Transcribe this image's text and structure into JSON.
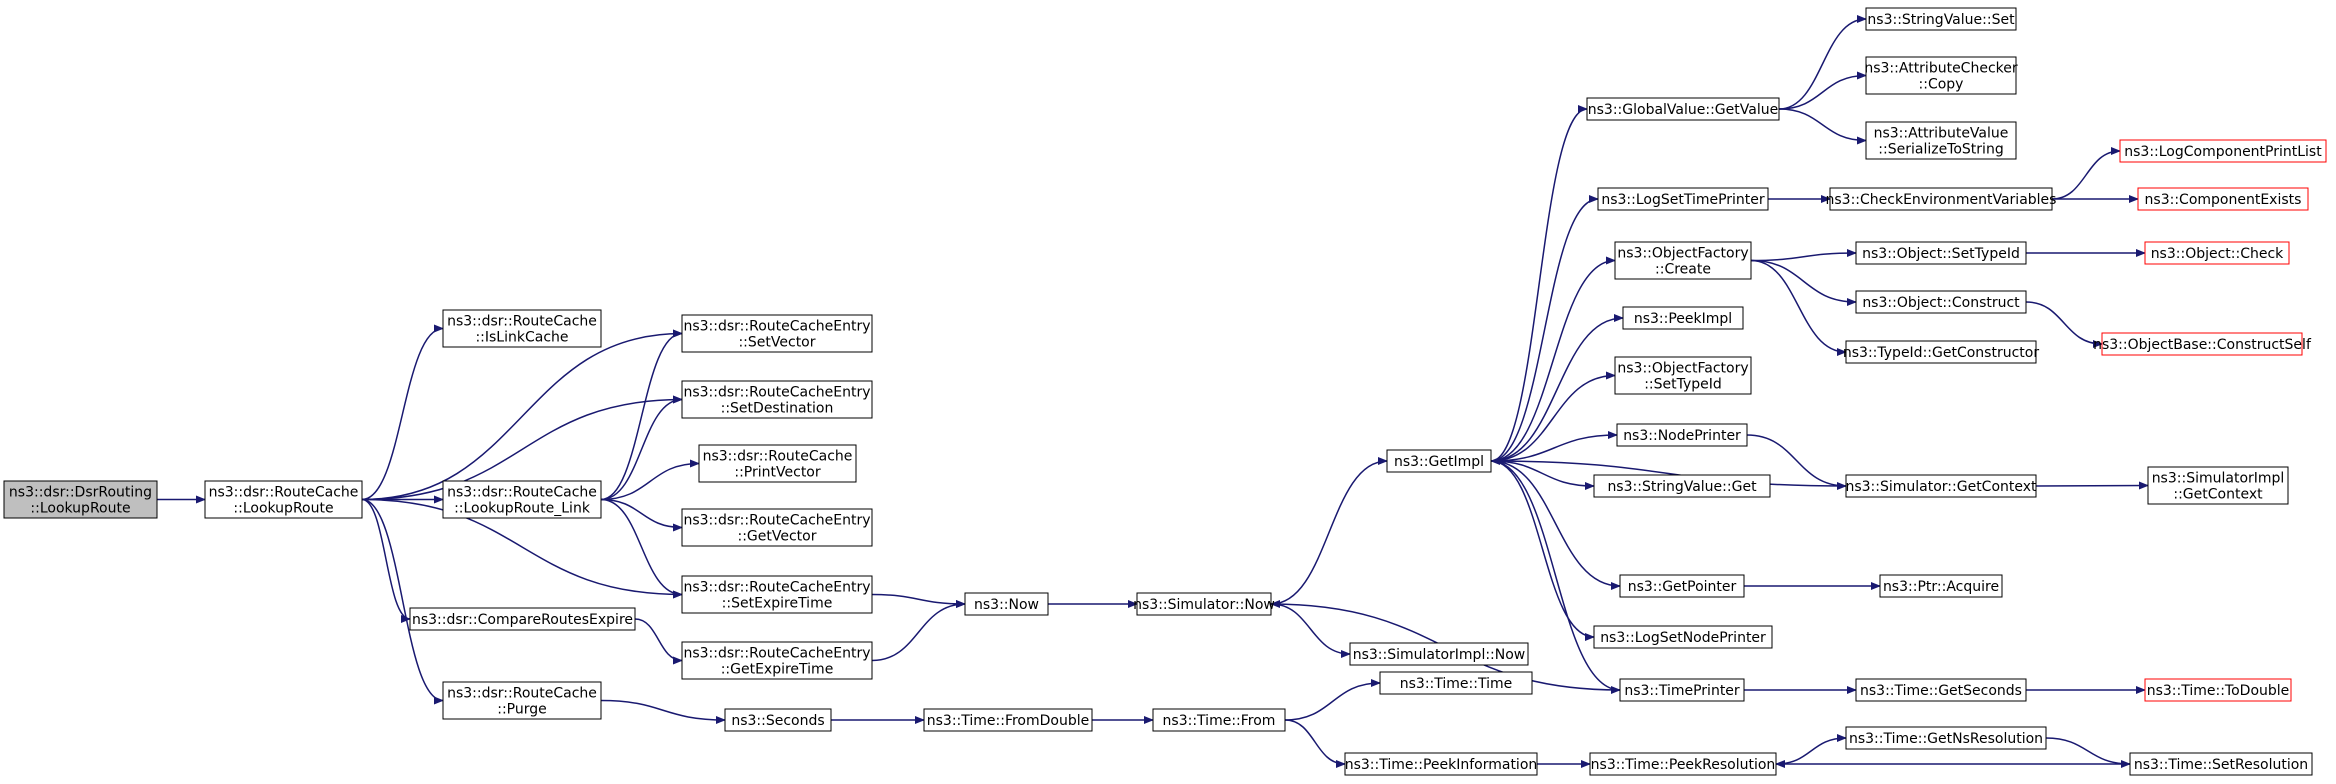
{
  "diagram": {
    "colors": {
      "edge": "#191970",
      "missing_border": "#ff0000",
      "focus_fill": "#bfbfbf"
    },
    "nodes": [
      {
        "id": "dsrrouting_lookuproute",
        "lines": [
          "ns3::dsr::DsrRouting",
          "::LookupRoute"
        ],
        "style": "focus"
      },
      {
        "id": "routecache_lookuproute",
        "lines": [
          "ns3::dsr::RouteCache",
          "::LookupRoute"
        ],
        "style": "normal"
      },
      {
        "id": "routecache_islinkcache",
        "lines": [
          "ns3::dsr::RouteCache",
          "::IsLinkCache"
        ],
        "style": "normal"
      },
      {
        "id": "routecache_lookuproute_link",
        "lines": [
          "ns3::dsr::RouteCache",
          "::LookupRoute_Link"
        ],
        "style": "normal"
      },
      {
        "id": "compareroutesexpire",
        "lines": [
          "ns3::dsr::CompareRoutesExpire"
        ],
        "style": "normal"
      },
      {
        "id": "routecache_purge",
        "lines": [
          "ns3::dsr::RouteCache",
          "::Purge"
        ],
        "style": "normal"
      },
      {
        "id": "rce_setvector",
        "lines": [
          "ns3::dsr::RouteCacheEntry",
          "::SetVector"
        ],
        "style": "normal"
      },
      {
        "id": "rce_setdestination",
        "lines": [
          "ns3::dsr::RouteCacheEntry",
          "::SetDestination"
        ],
        "style": "normal"
      },
      {
        "id": "routecache_printvector",
        "lines": [
          "ns3::dsr::RouteCache",
          "::PrintVector"
        ],
        "style": "normal"
      },
      {
        "id": "rce_getvector",
        "lines": [
          "ns3::dsr::RouteCacheEntry",
          "::GetVector"
        ],
        "style": "normal"
      },
      {
        "id": "rce_setexpiretime",
        "lines": [
          "ns3::dsr::RouteCacheEntry",
          "::SetExpireTime"
        ],
        "style": "normal"
      },
      {
        "id": "rce_getexpiretime",
        "lines": [
          "ns3::dsr::RouteCacheEntry",
          "::GetExpireTime"
        ],
        "style": "normal"
      },
      {
        "id": "now",
        "lines": [
          "ns3::Now"
        ],
        "style": "normal"
      },
      {
        "id": "seconds",
        "lines": [
          "ns3::Seconds"
        ],
        "style": "normal"
      },
      {
        "id": "simulator_now",
        "lines": [
          "ns3::Simulator::Now"
        ],
        "style": "normal"
      },
      {
        "id": "time_fromdouble",
        "lines": [
          "ns3::Time::FromDouble"
        ],
        "style": "normal"
      },
      {
        "id": "time_from",
        "lines": [
          "ns3::Time::From"
        ],
        "style": "normal"
      },
      {
        "id": "getimpl",
        "lines": [
          "ns3::GetImpl"
        ],
        "style": "normal"
      },
      {
        "id": "simulatorimpl_now",
        "lines": [
          "ns3::SimulatorImpl::Now"
        ],
        "style": "normal"
      },
      {
        "id": "time_time",
        "lines": [
          "ns3::Time::Time"
        ],
        "style": "normal"
      },
      {
        "id": "time_peekinformation",
        "lines": [
          "ns3::Time::PeekInformation"
        ],
        "style": "normal"
      },
      {
        "id": "globalvalue_getvalue",
        "lines": [
          "ns3::GlobalValue::GetValue"
        ],
        "style": "normal"
      },
      {
        "id": "logsettimeprinter",
        "lines": [
          "ns3::LogSetTimePrinter"
        ],
        "style": "normal"
      },
      {
        "id": "objectfactory_create",
        "lines": [
          "ns3::ObjectFactory",
          "::Create"
        ],
        "style": "normal"
      },
      {
        "id": "peekimpl",
        "lines": [
          "ns3::PeekImpl"
        ],
        "style": "normal"
      },
      {
        "id": "objectfactory_settypeid",
        "lines": [
          "ns3::ObjectFactory",
          "::SetTypeId"
        ],
        "style": "normal"
      },
      {
        "id": "nodeprinter",
        "lines": [
          "ns3::NodePrinter"
        ],
        "style": "normal"
      },
      {
        "id": "stringvalue_get",
        "lines": [
          "ns3::StringValue::Get"
        ],
        "style": "normal"
      },
      {
        "id": "getpointer",
        "lines": [
          "ns3::GetPointer"
        ],
        "style": "normal"
      },
      {
        "id": "logsetnodeprinter",
        "lines": [
          "ns3::LogSetNodePrinter"
        ],
        "style": "normal"
      },
      {
        "id": "timeprinter",
        "lines": [
          "ns3::TimePrinter"
        ],
        "style": "normal"
      },
      {
        "id": "time_peekresolution",
        "lines": [
          "ns3::Time::PeekResolution"
        ],
        "style": "normal"
      },
      {
        "id": "stringvalue_set",
        "lines": [
          "ns3::StringValue::Set"
        ],
        "style": "normal"
      },
      {
        "id": "attributechecker_copy",
        "lines": [
          "ns3::AttributeChecker",
          "::Copy"
        ],
        "style": "normal"
      },
      {
        "id": "attributevalue_serializetostring",
        "lines": [
          "ns3::AttributeValue",
          "::SerializeToString"
        ],
        "style": "normal"
      },
      {
        "id": "checkenvironmentvariables",
        "lines": [
          "ns3::CheckEnvironmentVariables"
        ],
        "style": "normal"
      },
      {
        "id": "object_settypeid",
        "lines": [
          "ns3::Object::SetTypeId"
        ],
        "style": "normal"
      },
      {
        "id": "object_construct",
        "lines": [
          "ns3::Object::Construct"
        ],
        "style": "normal"
      },
      {
        "id": "typeid_getconstructor",
        "lines": [
          "ns3::TypeId::GetConstructor"
        ],
        "style": "normal"
      },
      {
        "id": "simulator_getcontext",
        "lines": [
          "ns3::Simulator::GetContext"
        ],
        "style": "normal"
      },
      {
        "id": "ptr_acquire",
        "lines": [
          "ns3::Ptr::Acquire"
        ],
        "style": "normal"
      },
      {
        "id": "time_getseconds",
        "lines": [
          "ns3::Time::GetSeconds"
        ],
        "style": "normal"
      },
      {
        "id": "time_getnsresolution",
        "lines": [
          "ns3::Time::GetNsResolution"
        ],
        "style": "normal"
      },
      {
        "id": "logcomponentprintlist",
        "lines": [
          "ns3::LogComponentPrintList"
        ],
        "style": "missing"
      },
      {
        "id": "componentexists",
        "lines": [
          "ns3::ComponentExists"
        ],
        "style": "missing"
      },
      {
        "id": "object_check",
        "lines": [
          "ns3::Object::Check"
        ],
        "style": "missing"
      },
      {
        "id": "objectbase_constructself",
        "lines": [
          "ns3::ObjectBase::ConstructSelf"
        ],
        "style": "missing"
      },
      {
        "id": "simulatorimpl_getcontext",
        "lines": [
          "ns3::SimulatorImpl",
          "::GetContext"
        ],
        "style": "normal"
      },
      {
        "id": "time_todouble",
        "lines": [
          "ns3::Time::ToDouble"
        ],
        "style": "missing"
      },
      {
        "id": "time_setresolution",
        "lines": [
          "ns3::Time::SetResolution"
        ],
        "style": "normal"
      }
    ],
    "edges": [
      {
        "from": "dsrrouting_lookuproute",
        "to": "routecache_lookuproute"
      },
      {
        "from": "routecache_lookuproute",
        "to": "routecache_islinkcache"
      },
      {
        "from": "routecache_lookuproute",
        "to": "rce_setvector"
      },
      {
        "from": "routecache_lookuproute",
        "to": "rce_setdestination"
      },
      {
        "from": "routecache_lookuproute",
        "to": "routecache_lookuproute_link"
      },
      {
        "from": "routecache_lookuproute",
        "to": "rce_setexpiretime"
      },
      {
        "from": "routecache_lookuproute",
        "to": "compareroutesexpire"
      },
      {
        "from": "routecache_lookuproute",
        "to": "routecache_purge"
      },
      {
        "from": "routecache_lookuproute_link",
        "to": "rce_setvector"
      },
      {
        "from": "routecache_lookuproute_link",
        "to": "rce_setdestination"
      },
      {
        "from": "routecache_lookuproute_link",
        "to": "routecache_printvector"
      },
      {
        "from": "routecache_lookuproute_link",
        "to": "rce_getvector"
      },
      {
        "from": "routecache_lookuproute_link",
        "to": "rce_setexpiretime"
      },
      {
        "from": "compareroutesexpire",
        "to": "rce_getexpiretime"
      },
      {
        "from": "routecache_purge",
        "to": "seconds"
      },
      {
        "from": "rce_setexpiretime",
        "to": "now"
      },
      {
        "from": "rce_getexpiretime",
        "to": "now"
      },
      {
        "from": "now",
        "to": "simulator_now"
      },
      {
        "from": "seconds",
        "to": "time_fromdouble"
      },
      {
        "from": "time_fromdouble",
        "to": "time_from"
      },
      {
        "from": "time_from",
        "to": "time_time"
      },
      {
        "from": "time_from",
        "to": "time_peekinformation"
      },
      {
        "from": "time_peekinformation",
        "to": "time_peekresolution"
      },
      {
        "from": "simulator_now",
        "to": "getimpl"
      },
      {
        "from": "simulator_now",
        "to": "simulatorimpl_now"
      },
      {
        "from": "getimpl",
        "to": "globalvalue_getvalue"
      },
      {
        "from": "getimpl",
        "to": "logsettimeprinter"
      },
      {
        "from": "getimpl",
        "to": "objectfactory_create"
      },
      {
        "from": "getimpl",
        "to": "peekimpl"
      },
      {
        "from": "getimpl",
        "to": "objectfactory_settypeid"
      },
      {
        "from": "getimpl",
        "to": "nodeprinter"
      },
      {
        "from": "getimpl",
        "to": "stringvalue_get"
      },
      {
        "from": "getimpl",
        "to": "getpointer"
      },
      {
        "from": "getimpl",
        "to": "logsetnodeprinter"
      },
      {
        "from": "getimpl",
        "to": "timeprinter"
      },
      {
        "from": "globalvalue_getvalue",
        "to": "stringvalue_set"
      },
      {
        "from": "globalvalue_getvalue",
        "to": "attributechecker_copy"
      },
      {
        "from": "globalvalue_getvalue",
        "to": "attributevalue_serializetostring"
      },
      {
        "from": "logsettimeprinter",
        "to": "checkenvironmentvariables"
      },
      {
        "from": "checkenvironmentvariables",
        "to": "logcomponentprintlist"
      },
      {
        "from": "checkenvironmentvariables",
        "to": "componentexists"
      },
      {
        "from": "objectfactory_create",
        "to": "object_settypeid"
      },
      {
        "from": "objectfactory_create",
        "to": "object_construct"
      },
      {
        "from": "objectfactory_create",
        "to": "typeid_getconstructor"
      },
      {
        "from": "object_settypeid",
        "to": "object_check"
      },
      {
        "from": "object_construct",
        "to": "objectbase_constructself"
      },
      {
        "from": "nodeprinter",
        "to": "simulator_getcontext"
      },
      {
        "from": "simulator_getcontext",
        "to": "getimpl"
      },
      {
        "from": "simulator_getcontext",
        "to": "simulatorimpl_getcontext"
      },
      {
        "from": "getpointer",
        "to": "ptr_acquire"
      },
      {
        "from": "timeprinter",
        "to": "simulator_now"
      },
      {
        "from": "timeprinter",
        "to": "time_getseconds"
      },
      {
        "from": "time_getseconds",
        "to": "time_todouble"
      },
      {
        "from": "time_peekresolution",
        "to": "time_getnsresolution"
      },
      {
        "from": "time_getnsresolution",
        "to": "time_setresolution"
      },
      {
        "from": "time_setresolution",
        "to": "time_peekresolution"
      }
    ]
  }
}
